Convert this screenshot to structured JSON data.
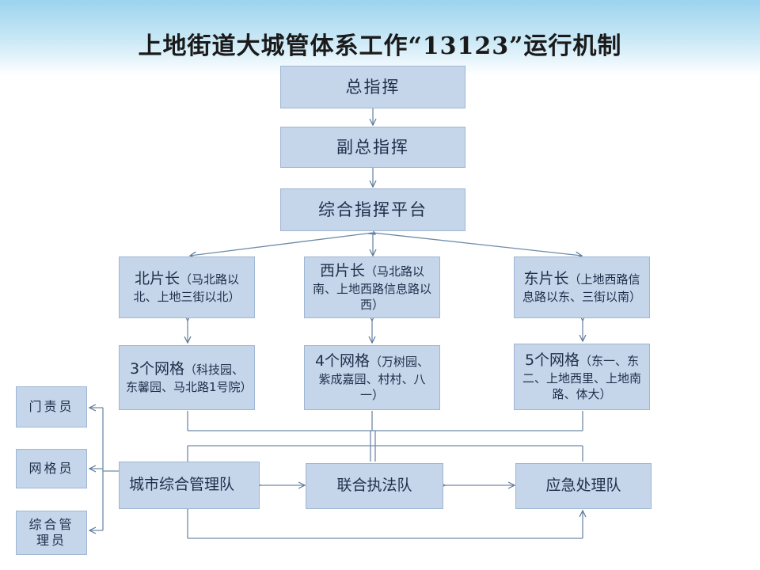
{
  "title": "上地街道大城管体系工作“13123”运行机制",
  "nodes": {
    "commander": "总指挥",
    "deputy": "副总指挥",
    "platform": "综合指挥平台",
    "north_leader": "北片长",
    "north_note": "（马北路以北、上地三街以北）",
    "west_leader": "西片长",
    "west_note": "（马北路以南、上地西路信息路以西）",
    "east_leader": "东片长",
    "east_note": "（上地西路信息路以东、三街以南）",
    "north_grid": "3个网格",
    "north_grid_note": "（科技园、东馨园、马北路1号院）",
    "west_grid": "4个网格",
    "west_grid_note": "（万树园、紫成嘉园、村村、八一）",
    "east_grid": "5个网格",
    "east_grid_note": "（东一、东二、上地西里、上地南路、体大）",
    "city_team": "城市综合管理队",
    "law_team": "联合执法队",
    "emergency_team": "应急处理队",
    "gatekeeper": "门责员",
    "grid_member": "网格员",
    "manager": "综合管理员"
  }
}
